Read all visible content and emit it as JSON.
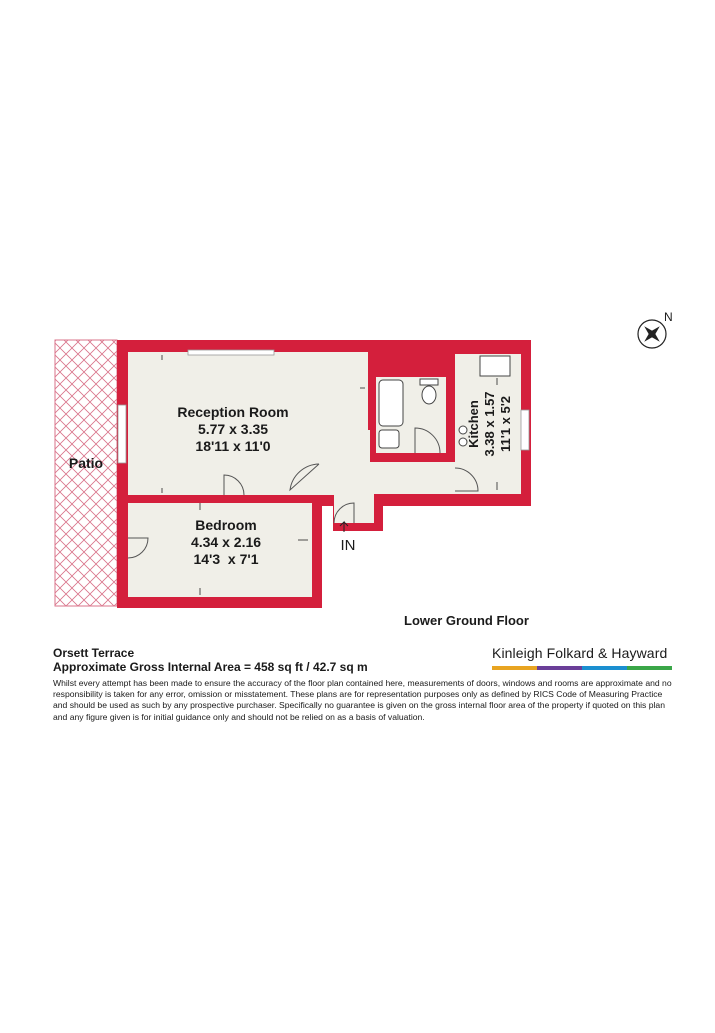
{
  "plan": {
    "rooms": [
      {
        "id": "reception",
        "name": "Reception Room",
        "metric": "5.77 x 3.35",
        "imperial": "18'11 x 11'0"
      },
      {
        "id": "bedroom",
        "name": "Bedroom",
        "metric": "4.34 x 2.16",
        "imperial": "14'3  x 7'1"
      },
      {
        "id": "kitchen",
        "name": "Kitchen",
        "metric": "3.38 x 1.57",
        "imperial": "11'1 x 5'2"
      }
    ],
    "patio_label": "Patio",
    "entrance_label": "IN",
    "floor_label": "Lower Ground Floor",
    "compass_label": "N"
  },
  "footer": {
    "address": "Orsett Terrace",
    "area": "Approximate Gross Internal Area = 458 sq ft / 42.7 sq m",
    "disclaimer": "Whilst every attempt has been made to ensure the accuracy of the floor plan contained here, measurements of doors, windows and rooms are approximate and no responsibility is taken for any error, omission or misstatement. These plans are for representation purposes only as defined by RICS Code of Measuring Practice and should be used as such by any prospective purchaser. Specifically no guarantee is given on the gross internal floor area of the property if quoted on this plan and any figure given is for initial guidance only and should not be relied on as a basis of valuation.",
    "brand": "Kinleigh Folkard & Hayward"
  },
  "colors": {
    "wall": "#d41f3c",
    "floor": "#f0efe8",
    "brand_bar": [
      "#e8a421",
      "#6a3e98",
      "#1b8fd0",
      "#3aa648"
    ]
  }
}
